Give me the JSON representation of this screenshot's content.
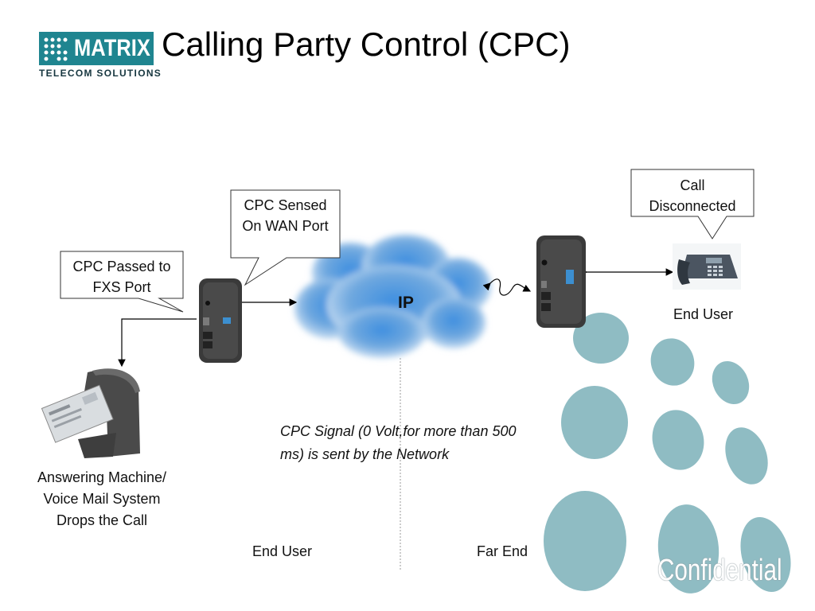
{
  "logo": {
    "brand": "MATRIX",
    "tagline": "TELECOM SOLUTIONS"
  },
  "title": "Calling Party Control (CPC)",
  "callouts": {
    "cpc_sensed": [
      "CPC Sensed",
      "On WAN Port"
    ],
    "cpc_passed": [
      "CPC Passed to",
      "FXS Port"
    ],
    "call_disconnected": [
      "Call",
      "Disconnected"
    ]
  },
  "cloud_label": "IP",
  "labels": {
    "far_end_user": "End User",
    "answering_machine": [
      "Answering Machine/",
      "Voice Mail System",
      "Drops the Call"
    ],
    "cpc_signal": [
      "CPC Signal (0 Volt,for more than 500",
      "ms) is sent by the Network"
    ],
    "bottom_left": "End User",
    "bottom_right": "Far End"
  },
  "watermark": "Confidential",
  "colors": {
    "brand_teal": "#1f8590",
    "dot_teal": "#8fbcc3",
    "cloud_blue": "#6fa8df"
  }
}
